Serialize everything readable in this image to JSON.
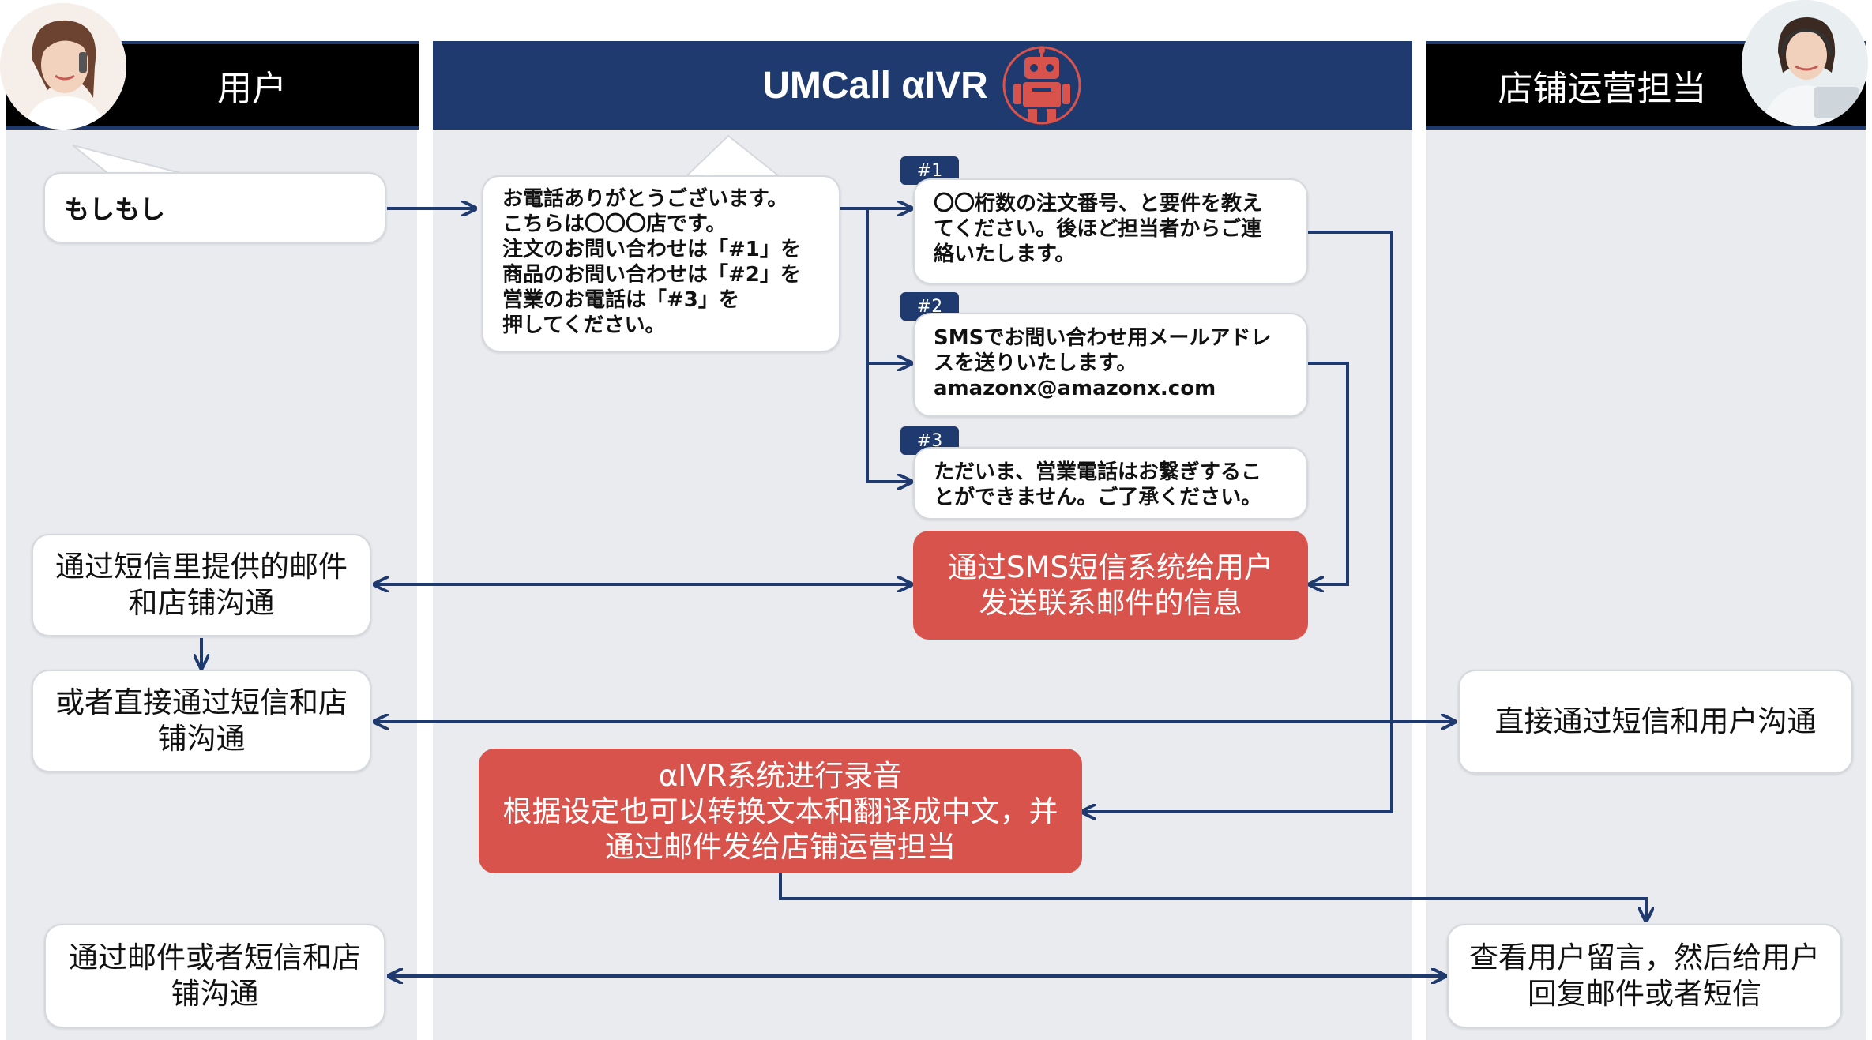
{
  "lanes": {
    "user": "用户",
    "system": "UMCall αIVR",
    "store": "店铺运营担当"
  },
  "nodes": {
    "moshimoshi": "もしもし",
    "greeting": [
      "お電話ありがとうございます。",
      "こちらは〇〇〇店です。",
      "注文のお問い合わせは「#1」を",
      "商品のお問い合わせは「#2」を",
      "営業のお電話は「#3」を",
      "押してください。"
    ],
    "opt1": [
      "〇〇桁数の注文番号、と要件を教え",
      "てください。後ほど担当者からご連",
      "絡いたします。"
    ],
    "opt2": [
      "SMSでお問い合わせ用メールアドレ",
      "スを送りいたします。",
      "amazonx@amazonx.com"
    ],
    "opt3": [
      "ただいま、営業電話はお繋ぎするこ",
      "とができません。ご了承ください。"
    ],
    "user_mail": [
      "通过短信里提供的邮件",
      "和店铺沟通"
    ],
    "user_sms": [
      "或者直接通过短信和店",
      "铺沟通"
    ],
    "sms_system": [
      "通过SMS短信系统给用户",
      "发送联系邮件的信息"
    ],
    "store_sms": "直接通过短信和用户沟通",
    "record": [
      "αIVR系统进行录音",
      "根据设定也可以转换文本和翻译成中文，并",
      "通过邮件发给店铺运营担当"
    ],
    "user_reply": [
      "通过邮件或者短信和店",
      "铺沟通"
    ],
    "store_reply": [
      "查看用户留言，然后给用户",
      "回复邮件或者短信"
    ]
  },
  "tags": {
    "t1": "#1",
    "t2": "#2",
    "t3": "#3"
  },
  "icons": [
    "robot-icon",
    "user-avatar",
    "operator-avatar"
  ],
  "colors": {
    "navy": "#1f3a6e",
    "red": "#d9534d",
    "lane": "#e9ebef",
    "black": "#000000"
  }
}
